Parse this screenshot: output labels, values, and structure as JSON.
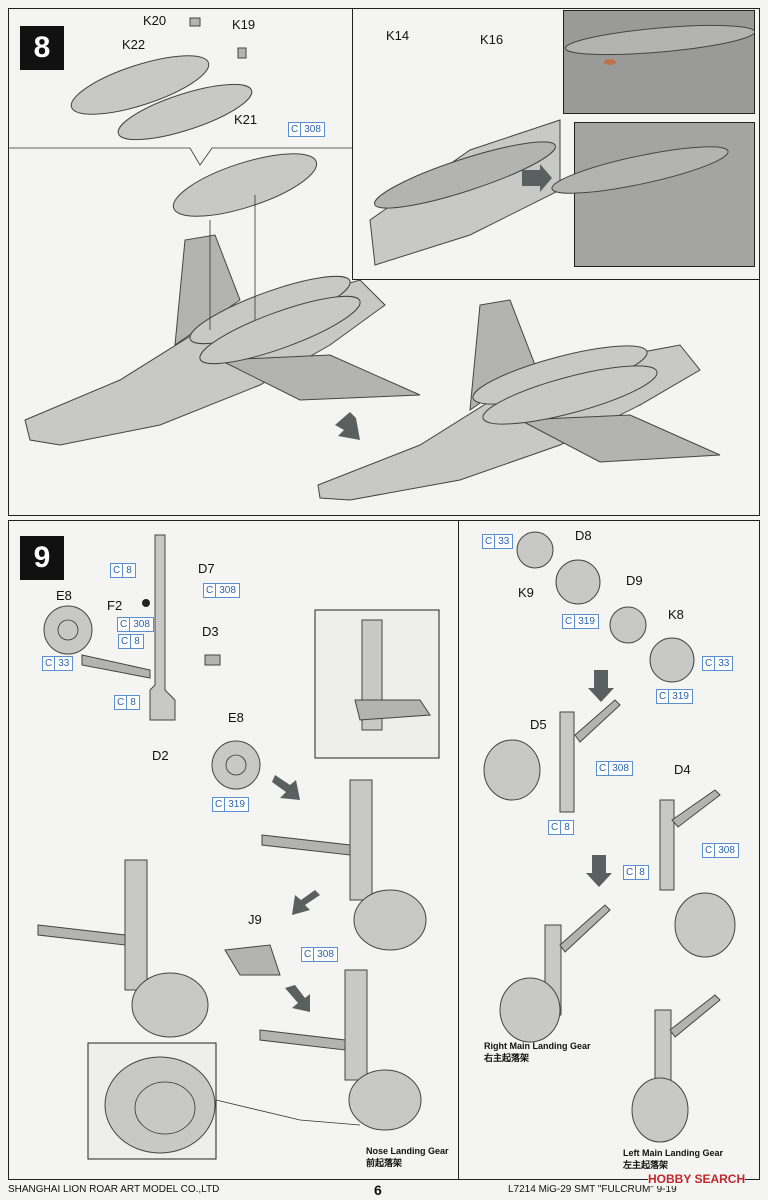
{
  "steps": {
    "step8": "8",
    "step9": "9"
  },
  "step8_labels": {
    "k20": "K20",
    "k19": "K19",
    "k22": "K22",
    "k21": "K21",
    "k14": "K14",
    "k16": "K16"
  },
  "step8_codes": {
    "c308": {
      "prefix": "C",
      "num": "308"
    }
  },
  "step9_labels": {
    "d7": "D7",
    "f2": "F2",
    "e8a": "E8",
    "d3": "D3",
    "e8b": "E8",
    "d2": "D2",
    "j9": "J9",
    "d8": "D8",
    "k9": "K9",
    "d9": "D9",
    "k8": "K8",
    "d5": "D5",
    "d4": "D4"
  },
  "step9_codes": {
    "c8a": {
      "prefix": "C",
      "num": "8"
    },
    "c308a": {
      "prefix": "C",
      "num": "308"
    },
    "c308b": {
      "prefix": "C",
      "num": "308"
    },
    "c8b": {
      "prefix": "C",
      "num": "8"
    },
    "c33a": {
      "prefix": "C",
      "num": "33"
    },
    "c8c": {
      "prefix": "C",
      "num": "8"
    },
    "c319a": {
      "prefix": "C",
      "num": "319"
    },
    "c308c": {
      "prefix": "C",
      "num": "308"
    },
    "c33b": {
      "prefix": "C",
      "num": "33"
    },
    "c319b": {
      "prefix": "C",
      "num": "319"
    },
    "c33c": {
      "prefix": "C",
      "num": "33"
    },
    "c319c": {
      "prefix": "C",
      "num": "319"
    },
    "c308d": {
      "prefix": "C",
      "num": "308"
    },
    "c8d": {
      "prefix": "C",
      "num": "8"
    },
    "c308e": {
      "prefix": "C",
      "num": "308"
    },
    "c8e": {
      "prefix": "C",
      "num": "8"
    }
  },
  "captions": {
    "nose_en": "Nose Landing  Gear",
    "nose_cn": "前起落架",
    "right_en": "Right Main Landing Gear",
    "right_cn": "右主起落架",
    "left_en": "Left Main Landing Gear",
    "left_cn": "左主起落架"
  },
  "footer": {
    "company": "SHANGHAI LION ROAR ART MODEL CO.,LTD",
    "page": "6",
    "model": "L7214  MiG-29 SMT \"FULCRUM\" 9-19",
    "watermark": "HOBBY SEARCH"
  }
}
